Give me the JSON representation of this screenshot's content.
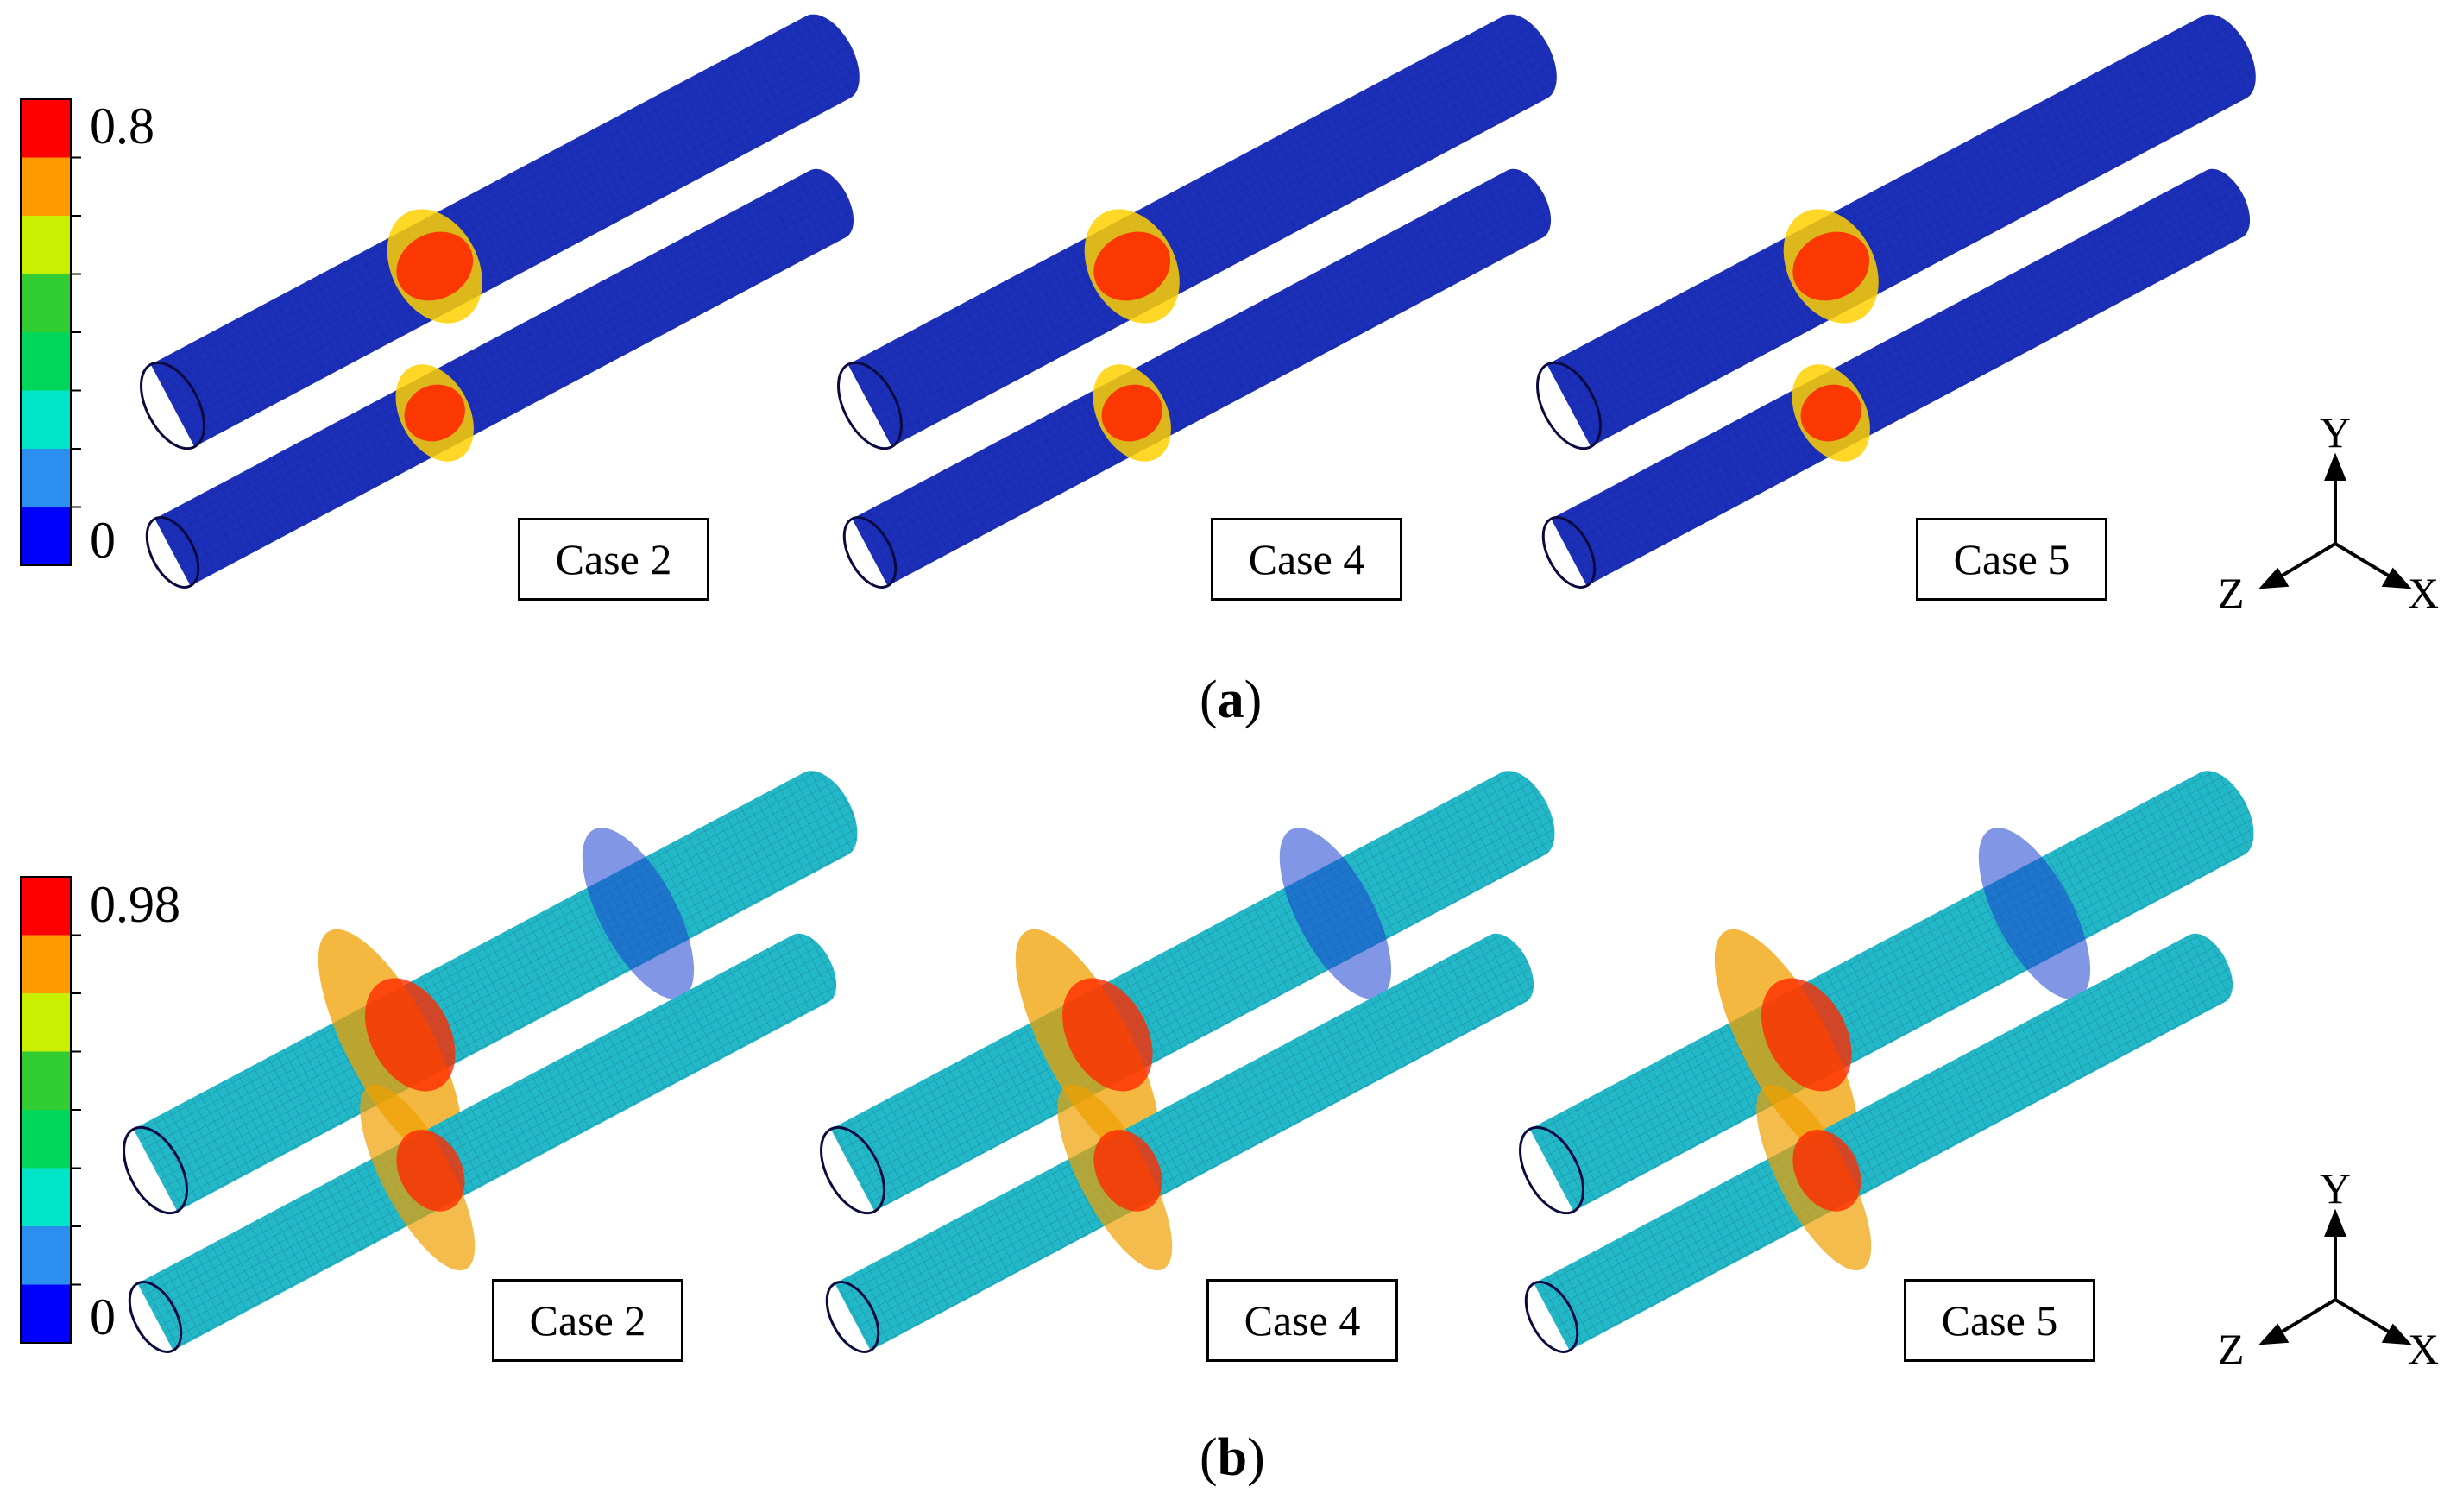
{
  "colors": {
    "legend": [
      "#0000ff",
      "#2b8ff0",
      "#00e5c8",
      "#00d65a",
      "#32cd32",
      "#c8f000",
      "#ff9a00",
      "#ff0000"
    ],
    "panel_a_base": "#1b2fb8",
    "panel_a_hot": "#ff2a00",
    "panel_b_base": "#22b8c8",
    "panel_b_hot": "#ff2a00",
    "panel_b_cold": "#1a3fd0"
  },
  "panel_a": {
    "colorbar": {
      "max_label": "0.8",
      "min_label": "0"
    },
    "cases": [
      {
        "label": "Case 2"
      },
      {
        "label": "Case 4"
      },
      {
        "label": "Case 5"
      }
    ],
    "axes": {
      "y": "Y",
      "x": "X",
      "z": "Z"
    },
    "label_open": "(",
    "label_letter": "a",
    "label_close": ")"
  },
  "panel_b": {
    "colorbar": {
      "max_label": "0.98",
      "min_label": "0"
    },
    "cases": [
      {
        "label": "Case 2"
      },
      {
        "label": "Case 4"
      },
      {
        "label": "Case 5"
      }
    ],
    "axes": {
      "y": "Y",
      "x": "X",
      "z": "Z"
    },
    "label_open": "(",
    "label_letter": "b",
    "label_close": ")"
  }
}
